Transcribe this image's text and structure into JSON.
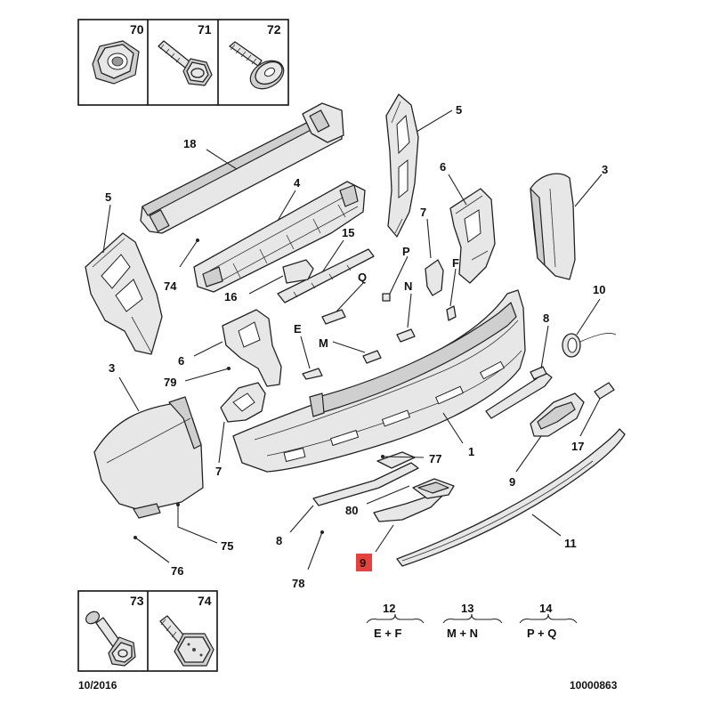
{
  "diagram": {
    "kit_box_top": {
      "labels": [
        "70",
        "71",
        "72"
      ]
    },
    "kit_box_bottom": {
      "labels": [
        "73",
        "74"
      ]
    },
    "callouts": {
      "c18": "18",
      "c4": "4",
      "c5a": "5",
      "c5b": "5",
      "c6a": "6",
      "c6b": "6",
      "c3a": "3",
      "c3b": "3",
      "c7a": "7",
      "c7b": "7",
      "cP": "P",
      "cF": "F",
      "cN": "N",
      "cQ": "Q",
      "cE": "E",
      "cM": "M",
      "c15": "15",
      "c16": "16",
      "c74": "74",
      "c79": "79",
      "c10": "10",
      "c8a": "8",
      "c8b": "8",
      "c17": "17",
      "c1": "1",
      "c9a": "9",
      "c9b": "9",
      "c77": "77",
      "c80": "80",
      "c11": "11",
      "c75": "75",
      "c76": "76",
      "c78": "78"
    },
    "legend": [
      {
        "number": "12",
        "formula": "E + F"
      },
      {
        "number": "13",
        "formula": "M + N"
      },
      {
        "number": "14",
        "formula": "P + Q"
      }
    ],
    "highlight_color": "#e8413c",
    "date": "10/2016",
    "reference": "10000863"
  }
}
